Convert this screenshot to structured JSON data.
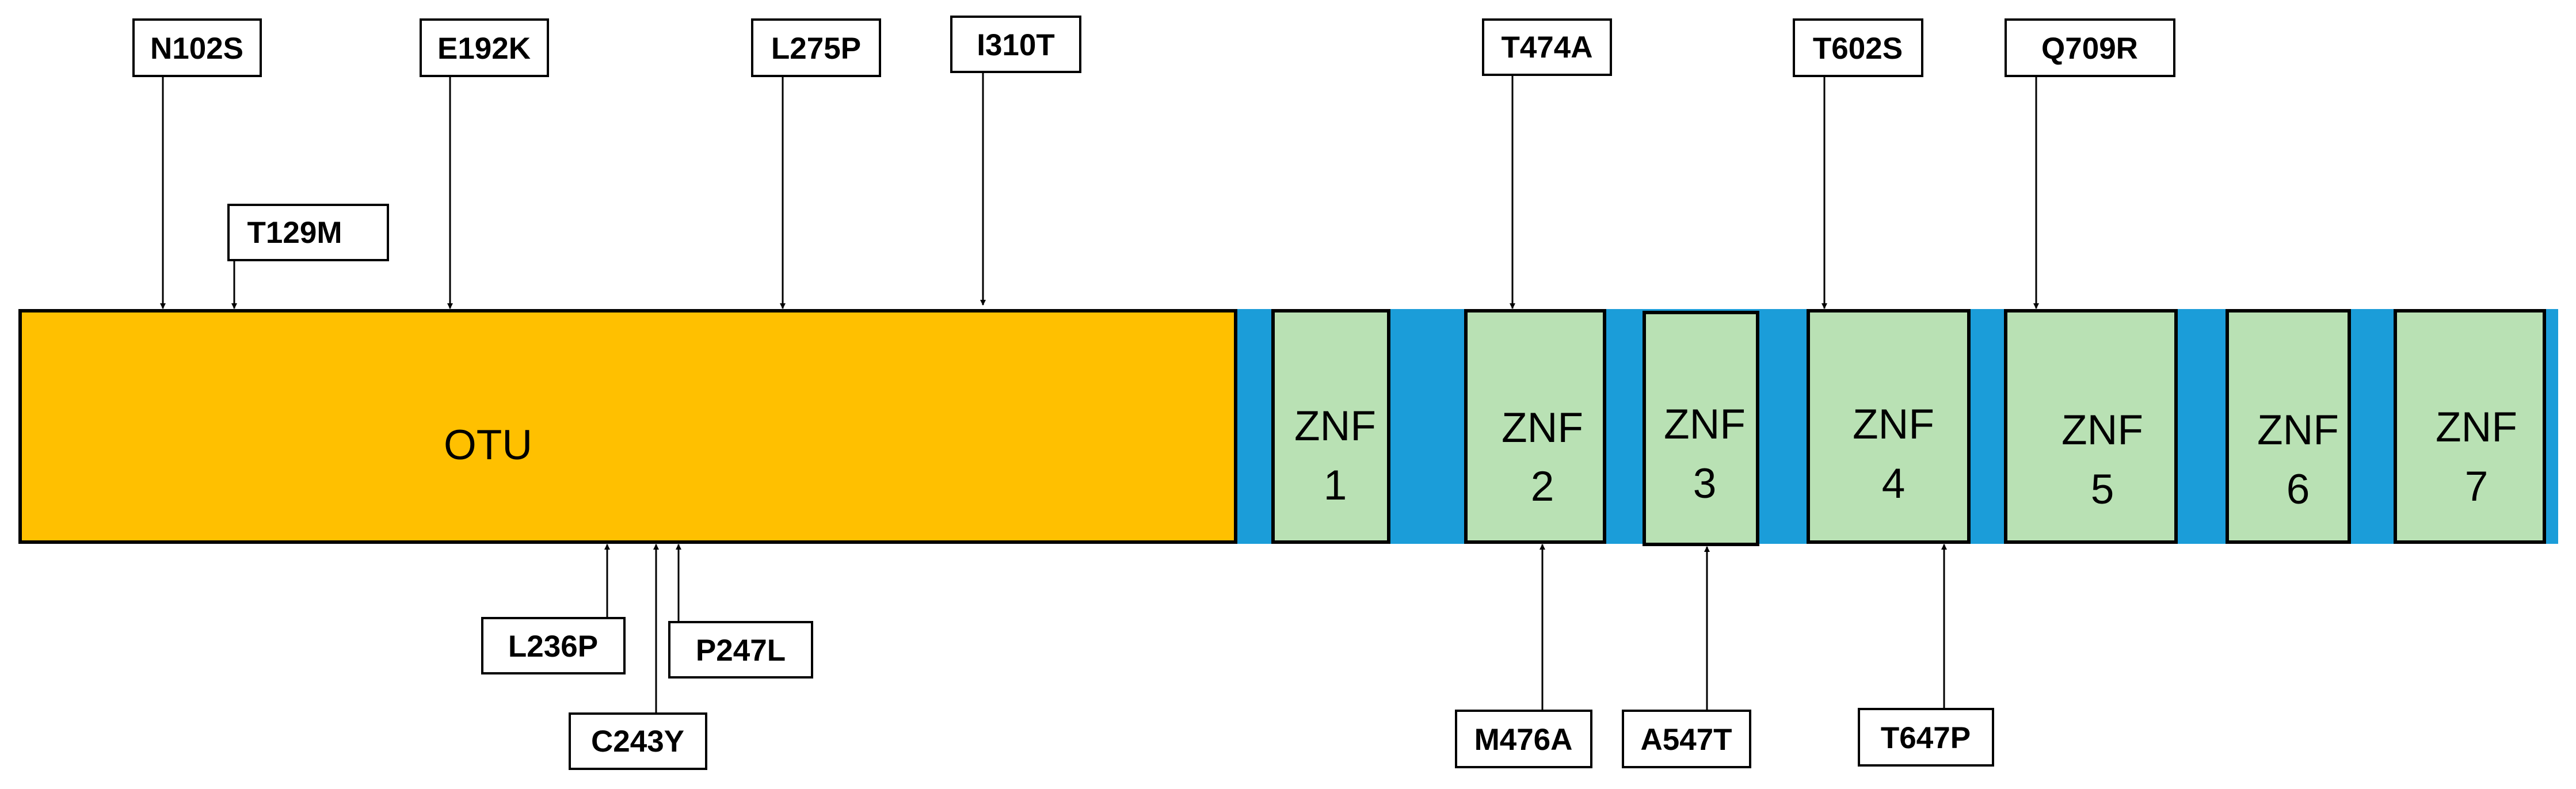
{
  "diagram": {
    "otu_label": "OTU",
    "znf": [
      {
        "line1": "ZNF",
        "line2": "1"
      },
      {
        "line1": "ZNF",
        "line2": "2"
      },
      {
        "line1": "ZNF",
        "line2": "3"
      },
      {
        "line1": "ZNF",
        "line2": "4"
      },
      {
        "line1": "ZNF",
        "line2": "5"
      },
      {
        "line1": "ZNF",
        "line2": "6"
      },
      {
        "line1": "ZNF",
        "line2": "7"
      }
    ],
    "mutations_above": [
      "N102S",
      "T129M",
      "E192K",
      "L275P",
      "I310T",
      "T474A",
      "T602S",
      "Q709R"
    ],
    "mutations_below": [
      "L236P",
      "C243Y",
      "P247L",
      "M476A",
      "A547T",
      "T647P"
    ],
    "colors": {
      "otu_fill": "#FFC000",
      "backbone": "#1B9DD9",
      "znf_fill": "#B9E1B4",
      "outline": "#000000"
    }
  }
}
